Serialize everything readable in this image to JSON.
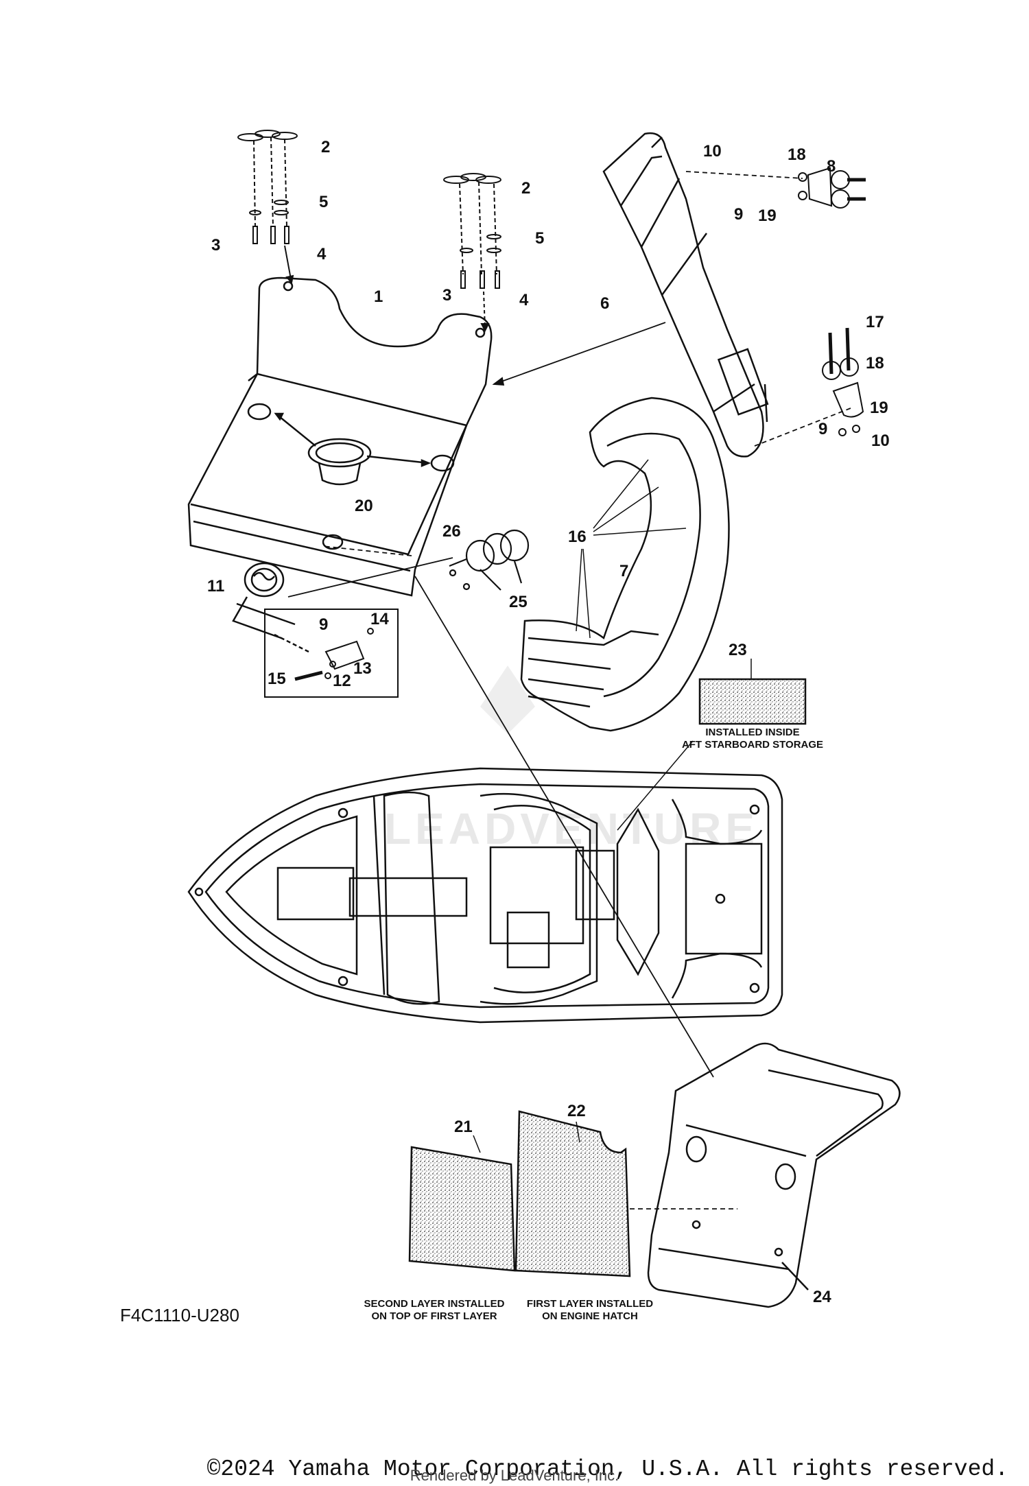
{
  "diagram_code": "F4C1110-U280",
  "watermark": "LEADVENTURE",
  "callouts": {
    "1": "1",
    "2": "2",
    "3": "3",
    "4": "4",
    "5": "5",
    "6": "6",
    "7": "7",
    "8": "8",
    "9": "9",
    "10": "10",
    "11": "11",
    "12": "12",
    "13": "13",
    "14": "14",
    "15": "15",
    "16": "16",
    "17": "17",
    "18": "18",
    "19": "19",
    "20": "20",
    "21": "21",
    "22": "22",
    "23": "23",
    "24": "24",
    "25": "25",
    "26": "26"
  },
  "notes": {
    "part23_line1": "INSTALLED INSIDE",
    "part23_line2": "AFT STARBOARD STORAGE",
    "part21_line1": "SECOND LAYER INSTALLED",
    "part21_line2": "ON TOP OF FIRST LAYER",
    "part22_line1": "FIRST LAYER INSTALLED",
    "part22_line2": "ON ENGINE HATCH"
  },
  "footer": {
    "copyright": "©2024 Yamaha Motor Corporation, U.S.A. All rights reserved.",
    "rendered_by": "Rendered by LeadVenture, Inc."
  }
}
